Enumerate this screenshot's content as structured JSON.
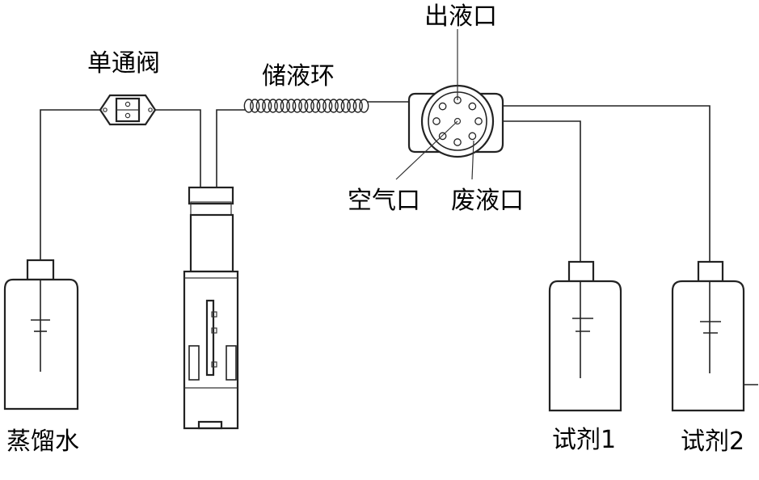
{
  "labels": {
    "check_valve": "单通阀",
    "storage_loop": "储液环",
    "outlet_port": "出液口",
    "air_port": "空气口",
    "waste_port": "废液口",
    "distilled_water": "蒸馏水",
    "reagent1": "试剂1",
    "reagent2": "试剂2"
  }
}
